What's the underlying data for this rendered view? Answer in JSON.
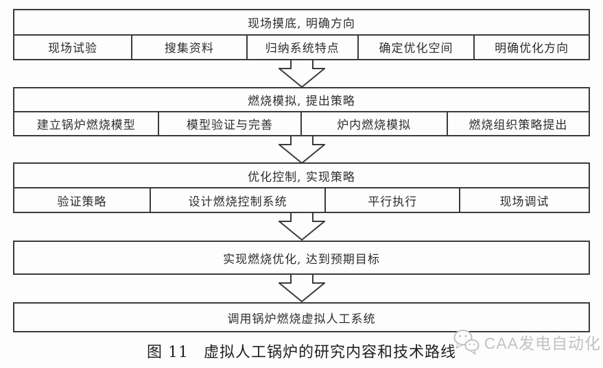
{
  "flowchart": {
    "stages": [
      {
        "header": "现场摸底, 明确方向",
        "cells": [
          "现场试验",
          "搜集资料",
          "归纳系统特点",
          "确定优化空间",
          "明确优化方向"
        ]
      },
      {
        "header": "燃烧模拟, 提出策略",
        "cells": [
          "建立锅炉燃烧模型",
          "模型验证与完善",
          "炉内燃烧模拟",
          "燃烧组织策略提出"
        ]
      },
      {
        "header": "优化控制, 实现策略",
        "cells": [
          "验证策略",
          "设计燃烧控制系统",
          "平行执行",
          "现场调试"
        ]
      },
      {
        "header": "实现燃烧优化, 达到预期目标",
        "cells": []
      },
      {
        "header": "调用锅炉燃烧虚拟人工系统",
        "cells": []
      }
    ],
    "arrow_icon": "down-block-arrow"
  },
  "caption": {
    "figure_label": "图 11",
    "title": "虚拟人工锅炉的研究内容和技术路线"
  },
  "watermark": {
    "logo": "wechat-icon",
    "text": "CAA发电自动化"
  },
  "colors": {
    "background": "#fdfdfd",
    "border": "#3a3a3a",
    "text": "#2d2d2d",
    "watermark": "#c2c2c2"
  }
}
